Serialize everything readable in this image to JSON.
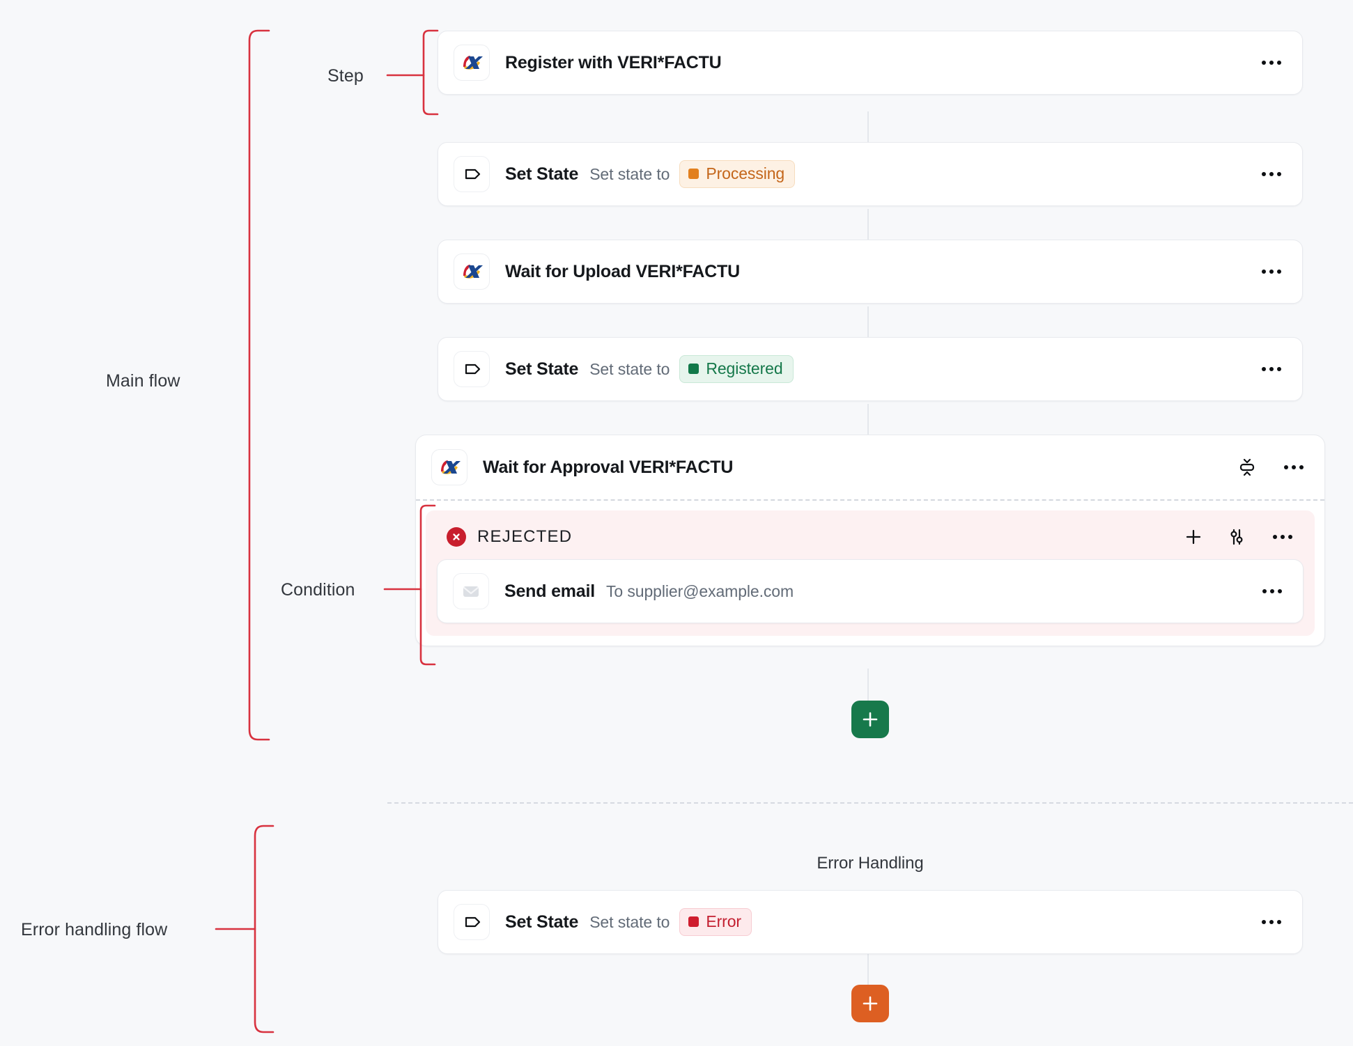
{
  "annotations": {
    "main_flow": "Main flow",
    "step": "Step",
    "condition": "Condition",
    "error_handling_flow": "Error handling flow",
    "bracket_color": "#d8323f"
  },
  "main_flow": {
    "steps": [
      {
        "icon": "veri-factu-icon",
        "title": "Register with VERI*FACTU",
        "subtitle": "",
        "badge": null,
        "menu": "more-options"
      },
      {
        "icon": "tag-icon",
        "title": "Set State",
        "subtitle": "Set state to",
        "badge": {
          "label": "Processing",
          "variant": "processing",
          "color": "#e2801f"
        },
        "menu": "more-options"
      },
      {
        "icon": "veri-factu-icon",
        "title": "Wait for Upload VERI*FACTU",
        "subtitle": "",
        "badge": null,
        "menu": "more-options"
      },
      {
        "icon": "tag-icon",
        "title": "Set State",
        "subtitle": "Set state to",
        "badge": {
          "label": "Registered",
          "variant": "registered",
          "color": "#12794a"
        },
        "menu": "more-options"
      }
    ],
    "wait_approval": {
      "icon": "veri-factu-icon",
      "title": "Wait for Approval VERI*FACTU",
      "collapse_icon": "collapse-vertical-icon",
      "menu": "more-options"
    },
    "condition": {
      "status_icon": "x-circle-icon",
      "label": "REJECTED",
      "actions": [
        "plus-icon",
        "sliders-icon",
        "more-options"
      ],
      "steps": [
        {
          "icon": "envelope-icon",
          "title": "Send email",
          "subtitle": "To supplier@example.com",
          "menu": "more-options"
        }
      ]
    },
    "add_button": {
      "label": "+",
      "name": "add-step-button",
      "color": "#17794b"
    }
  },
  "error_flow": {
    "section_title": "Error Handling",
    "steps": [
      {
        "icon": "tag-icon",
        "title": "Set State",
        "subtitle": "Set state to",
        "badge": {
          "label": "Error",
          "variant": "error",
          "color": "#cf1d2e"
        },
        "menu": "more-options"
      }
    ],
    "add_button": {
      "label": "+",
      "name": "add-error-step-button",
      "color": "#dd5f22"
    }
  }
}
